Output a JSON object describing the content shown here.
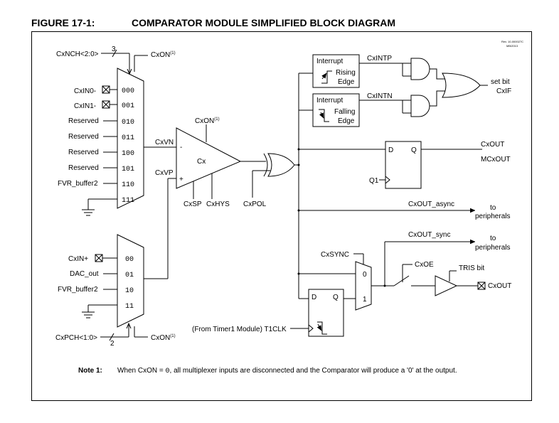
{
  "figure": {
    "number": "FIGURE 17-1:",
    "title": "COMPARATOR MODULE SIMPLIFIED BLOCK DIAGRAM",
    "rev": "Rev. 10-000027C",
    "rev_date": "MB/2013"
  },
  "neg_mux": {
    "select_label": "CxNCH<2:0>",
    "bus_width": "3",
    "enable_label": "CxON",
    "enable_sup": "(1)",
    "inputs": [
      {
        "label": "CxIN0-",
        "code": "000",
        "pin": true
      },
      {
        "label": "CxIN1-",
        "code": "001",
        "pin": true
      },
      {
        "label": "Reserved",
        "code": "010",
        "pin": false
      },
      {
        "label": "Reserved",
        "code": "011",
        "pin": false
      },
      {
        "label": "Reserved",
        "code": "100",
        "pin": false
      },
      {
        "label": "Reserved",
        "code": "101",
        "pin": false
      },
      {
        "label": "FVR_buffer2",
        "code": "110",
        "pin": false
      },
      {
        "label": "",
        "code": "111",
        "pin": false
      }
    ]
  },
  "pos_mux": {
    "select_label": "CxPCH<1:0>",
    "bus_width": "2",
    "enable_label": "CxON",
    "enable_sup": "(1)",
    "inputs": [
      {
        "label": "CxIN+",
        "code": "00",
        "pin": true
      },
      {
        "label": "DAC_out",
        "code": "01",
        "pin": false
      },
      {
        "label": "FVR_buffer2",
        "code": "10",
        "pin": false
      },
      {
        "label": "",
        "code": "11",
        "pin": false
      }
    ]
  },
  "comparator": {
    "name": "Cx",
    "vn_label": "CxVN",
    "vp_label": "CxVP",
    "minus": "-",
    "plus": "+",
    "enable_label": "CxON",
    "enable_sup": "(1)",
    "sp_label": "CxSP",
    "hys_label": "CxHYS"
  },
  "polarity": {
    "label": "CxPOL"
  },
  "interrupts": {
    "rising": {
      "line1": "Interrupt",
      "line2": "Rising",
      "line3": "Edge",
      "flag": "CxINTP"
    },
    "falling": {
      "line1": "Interrupt",
      "line2": "Falling",
      "line3": "Edge",
      "flag": "CxINTN"
    },
    "or_output_line1": "set bit",
    "or_output_line2": "CxIF"
  },
  "output_latch": {
    "d": "D",
    "q": "Q",
    "clock": "Q1",
    "out1": "CxOUT",
    "out2": "MCxOUT"
  },
  "async_output": {
    "label": "CxOUT_async",
    "dest1": "to",
    "dest2": "peripherals"
  },
  "sync_output": {
    "label": "CxOUT_sync",
    "dest1": "to",
    "dest2": "peripherals"
  },
  "sync_mux": {
    "select_label": "CxSYNC",
    "in0": "0",
    "in1": "1"
  },
  "sync_ff": {
    "d": "D",
    "q": "Q",
    "clock_label": "(From Timer1 Module) T1CLK"
  },
  "output_stage": {
    "enable_label": "CxOE",
    "tris_label": "TRIS bit",
    "pin_label": "CxOUT"
  },
  "note": {
    "label": "Note 1:",
    "text_before": "When CxON = ",
    "code": "0",
    "text_after": ", all multiplexer inputs are disconnected and the Comparator will produce a '0' at the output."
  }
}
